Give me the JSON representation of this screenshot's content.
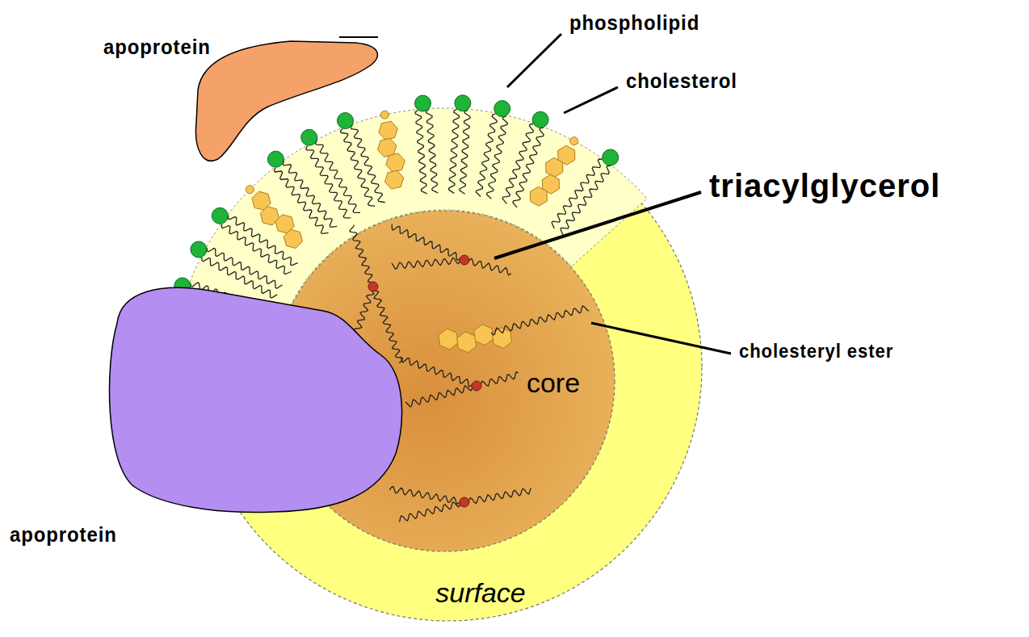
{
  "diagram": {
    "nodes": [
      {
        "text": [
          "surface"
        ]
      },
      {
        "text": [
          "core"
        ],
        "in": 0
      }
    ],
    "labels": [
      "apoprotein",
      "phospholipid",
      "cholesterol",
      "triacylglycerol",
      "cholesteryl ester",
      "apoprotein"
    ]
  }
}
